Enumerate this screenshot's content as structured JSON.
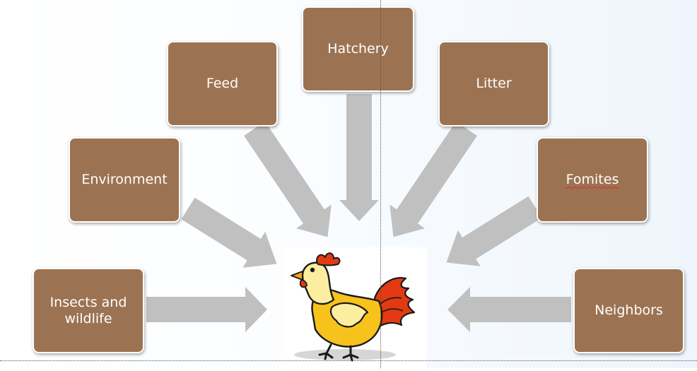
{
  "diagram": {
    "center": {
      "icon": "rooster-icon"
    },
    "sources": [
      {
        "id": "insects",
        "label": "Insects and wildlife"
      },
      {
        "id": "environment",
        "label": "Environment"
      },
      {
        "id": "feed",
        "label": "Feed"
      },
      {
        "id": "hatchery",
        "label": "Hatchery"
      },
      {
        "id": "litter",
        "label": "Litter"
      },
      {
        "id": "fomites",
        "label": "Fomites"
      },
      {
        "id": "neighbors",
        "label": "Neighbors"
      }
    ],
    "colors": {
      "box_fill": "#9c7352",
      "box_border": "#ffffff",
      "box_text": "#ffffff",
      "arrow": "#c0c0c0"
    }
  }
}
